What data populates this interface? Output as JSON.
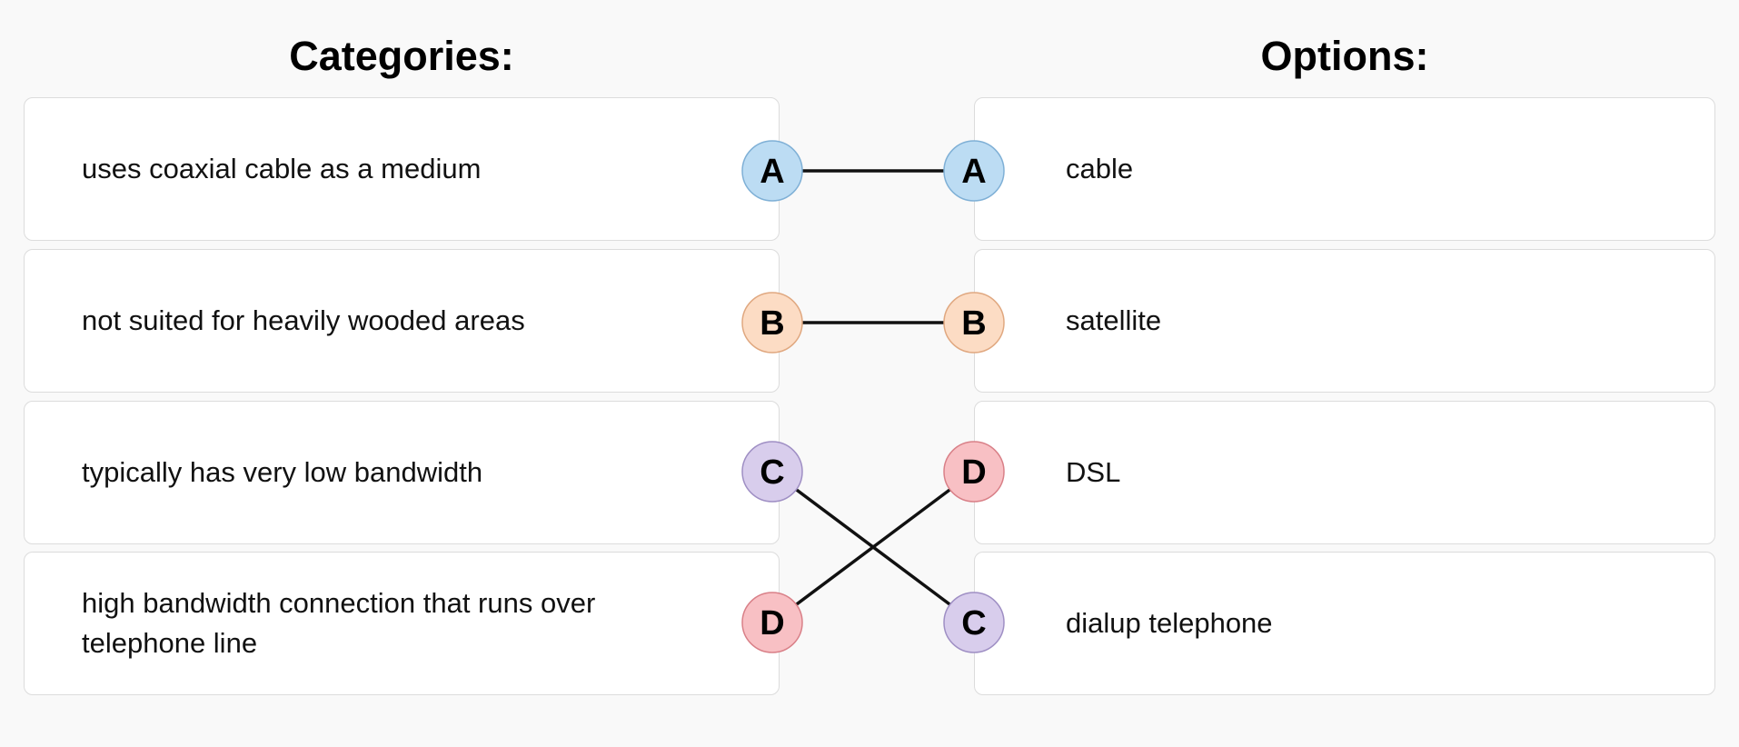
{
  "headers": {
    "left": "Categories:",
    "right": "Options:"
  },
  "categories": [
    {
      "text": "uses coaxial cable as a medium",
      "badge": "A"
    },
    {
      "text": "not suited for heavily wooded areas",
      "badge": "B"
    },
    {
      "text": "typically has very low bandwidth",
      "badge": "C"
    },
    {
      "text": "high bandwidth connection that runs over telephone line",
      "badge": "D"
    }
  ],
  "options": [
    {
      "text": "cable",
      "badge": "A"
    },
    {
      "text": "satellite",
      "badge": "B"
    },
    {
      "text": "DSL",
      "badge": "D"
    },
    {
      "text": "dialup telephone",
      "badge": "C"
    }
  ],
  "badge_colors": {
    "A": {
      "fill": "#bcdcf3",
      "stroke": "#7fb0d6"
    },
    "B": {
      "fill": "#fcdcc4",
      "stroke": "#e0a880"
    },
    "C": {
      "fill": "#d8cdec",
      "stroke": "#9f8fc4"
    },
    "D": {
      "fill": "#f8c0c4",
      "stroke": "#d98088"
    }
  },
  "connections": [
    {
      "from": "A",
      "to": "A"
    },
    {
      "from": "B",
      "to": "B"
    },
    {
      "from": "C",
      "to": "C"
    },
    {
      "from": "D",
      "to": "D"
    }
  ]
}
